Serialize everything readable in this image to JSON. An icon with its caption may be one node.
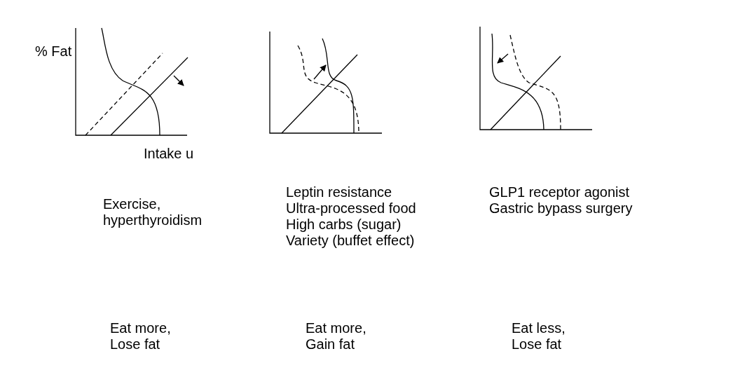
{
  "diagram": {
    "labels": [
      "% Fat",
      "Intake u",
      "Exercise, hyperthyroidism",
      "Leptin resistance",
      "Ultra-processed food",
      "High carbs (sugar)",
      "Variety (buffet effect)",
      "GLP1 receptor agonist",
      "Gastric bypass surgery",
      "Eat more, Lose fat",
      "Eat more, Gain fat",
      "Eat less, Lose fat"
    ]
  }
}
